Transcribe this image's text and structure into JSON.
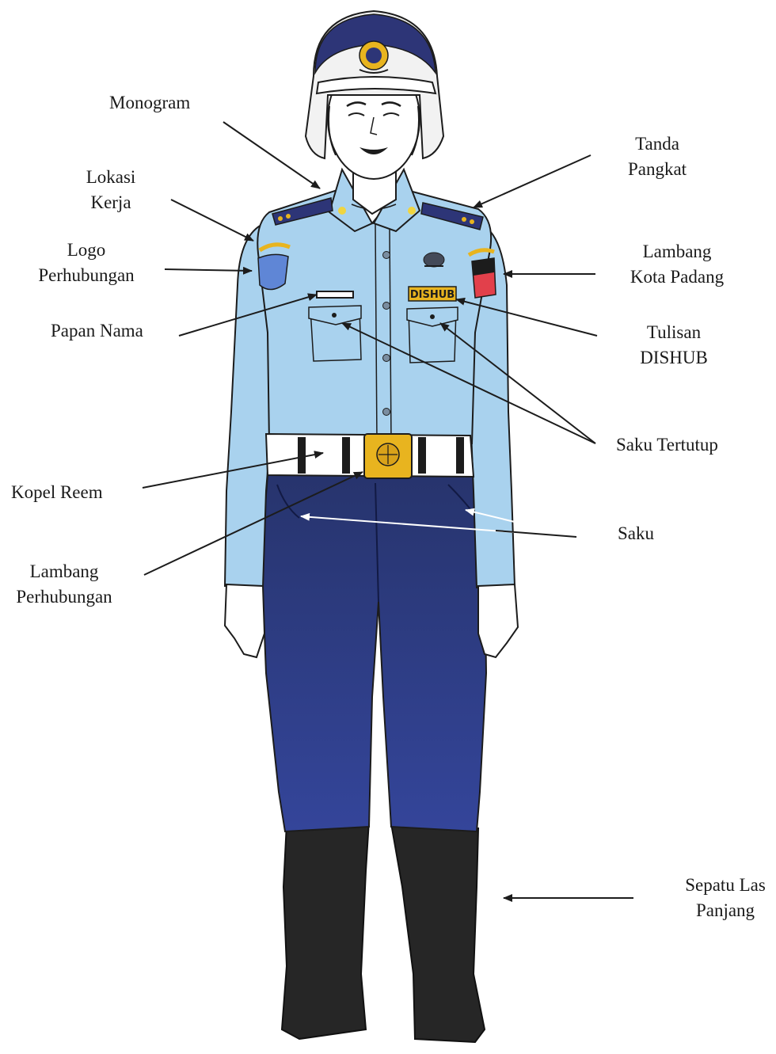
{
  "labels": {
    "monogram": [
      "Monogram"
    ],
    "lokasi_kerja": [
      "Lokasi",
      "Kerja"
    ],
    "logo_perhubungan": [
      "Logo",
      "Perhubungan"
    ],
    "papan_nama": [
      "Papan Nama"
    ],
    "kopel_reem": [
      "Kopel Reem"
    ],
    "lambang_perhubungan": [
      "Lambang",
      "Perhubungan"
    ],
    "tanda_pangkat": [
      "Tanda",
      "Pangkat"
    ],
    "lambang_kota_padang": [
      "Lambang",
      "Kota Padang"
    ],
    "tulisan_dishub": [
      "Tulisan",
      "DISHUB"
    ],
    "saku_tertutup": [
      "Saku Tertutup"
    ],
    "saku": [
      "Saku"
    ],
    "sepatu_las_panjang": [
      "Sepatu Las",
      "Panjang"
    ]
  },
  "uniform": {
    "name_tag_text": "DISHUB"
  },
  "colors": {
    "shirt": "#a9d2ee",
    "trousers": "#2a3876",
    "boots": "#262626",
    "helmet": "#f2f2f2",
    "helmet_band": "#2d3577",
    "badge_gold": "#e8b41f",
    "belt": "#ffffff",
    "outline": "#1c1c1c",
    "skin": "#ffffff",
    "patch_blue": "#5f86d6",
    "patch_red": "#e2404b"
  }
}
